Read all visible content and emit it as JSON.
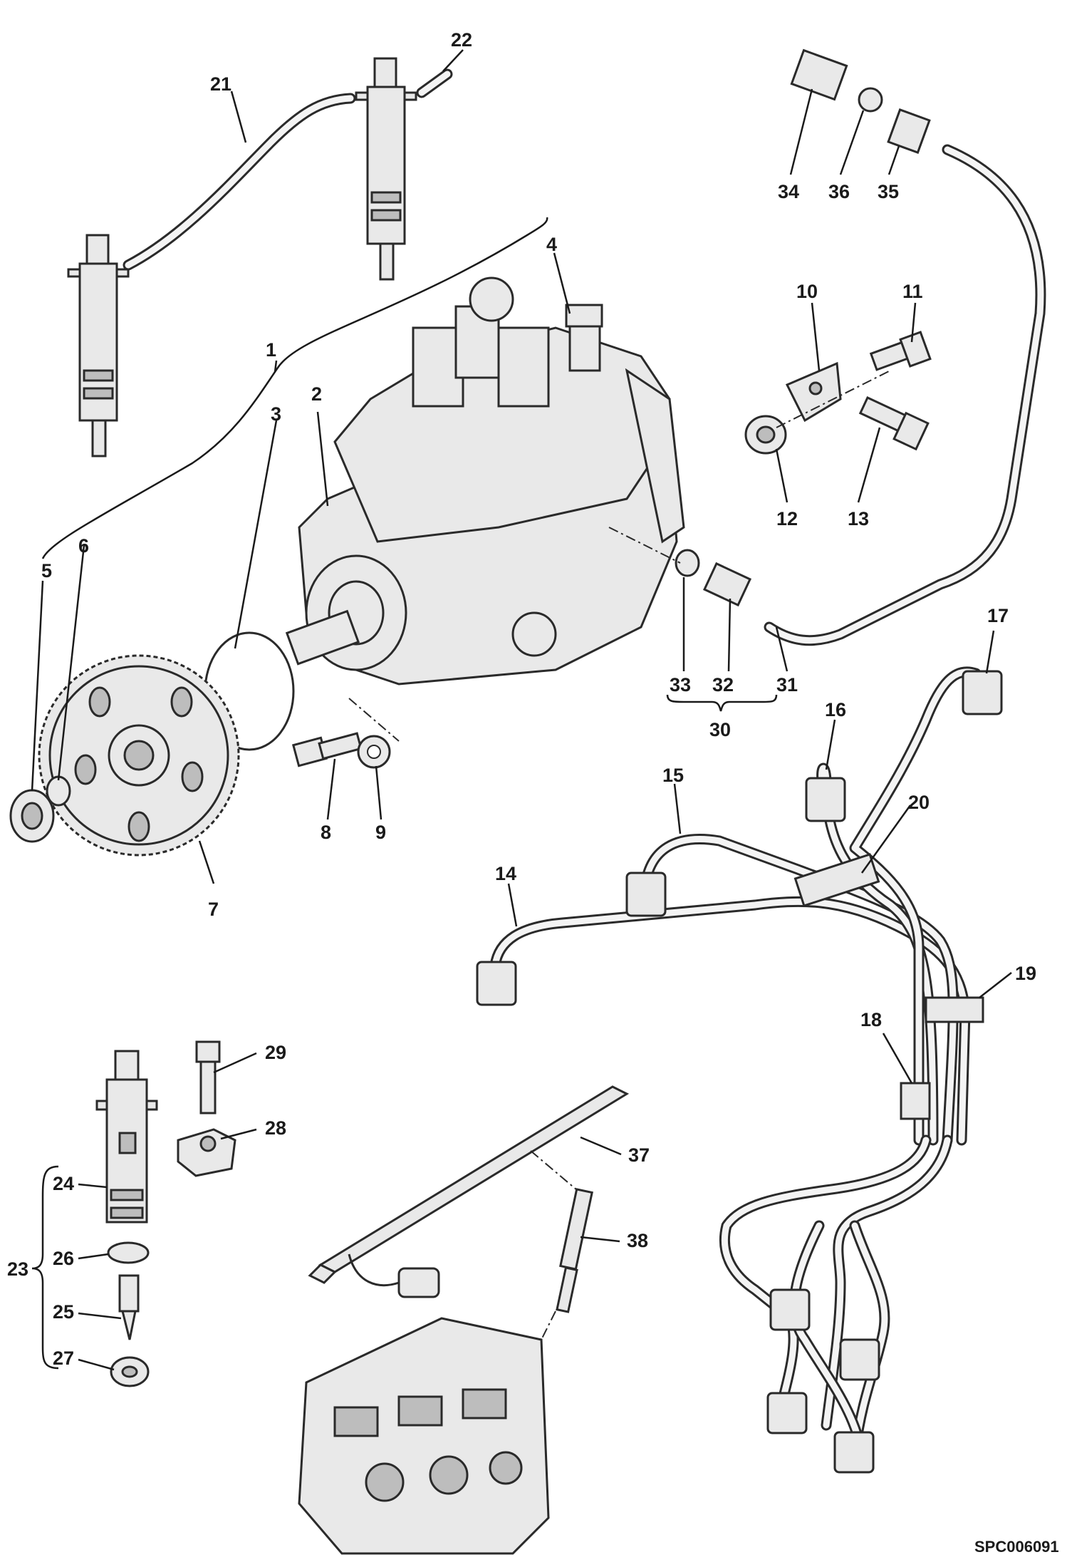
{
  "figure_code": "SPC006091",
  "callouts": [
    {
      "id": "c1",
      "text": "1"
    },
    {
      "id": "c2",
      "text": "2"
    },
    {
      "id": "c3",
      "text": "3"
    },
    {
      "id": "c4",
      "text": "4"
    },
    {
      "id": "c5",
      "text": "5"
    },
    {
      "id": "c6",
      "text": "6"
    },
    {
      "id": "c7",
      "text": "7"
    },
    {
      "id": "c8",
      "text": "8"
    },
    {
      "id": "c9",
      "text": "9"
    },
    {
      "id": "c10",
      "text": "10"
    },
    {
      "id": "c11",
      "text": "11"
    },
    {
      "id": "c12",
      "text": "12"
    },
    {
      "id": "c13",
      "text": "13"
    },
    {
      "id": "c14",
      "text": "14"
    },
    {
      "id": "c15",
      "text": "15"
    },
    {
      "id": "c16",
      "text": "16"
    },
    {
      "id": "c17",
      "text": "17"
    },
    {
      "id": "c18",
      "text": "18"
    },
    {
      "id": "c19",
      "text": "19"
    },
    {
      "id": "c20",
      "text": "20"
    },
    {
      "id": "c21",
      "text": "21"
    },
    {
      "id": "c22",
      "text": "22"
    },
    {
      "id": "c23",
      "text": "23"
    },
    {
      "id": "c24",
      "text": "24"
    },
    {
      "id": "c25",
      "text": "25"
    },
    {
      "id": "c26",
      "text": "26"
    },
    {
      "id": "c27",
      "text": "27"
    },
    {
      "id": "c28",
      "text": "28"
    },
    {
      "id": "c29",
      "text": "29"
    },
    {
      "id": "c30",
      "text": "30"
    },
    {
      "id": "c31",
      "text": "31"
    },
    {
      "id": "c32",
      "text": "32"
    },
    {
      "id": "c33",
      "text": "33"
    },
    {
      "id": "c34",
      "text": "34"
    },
    {
      "id": "c35",
      "text": "35"
    },
    {
      "id": "c36",
      "text": "36"
    },
    {
      "id": "c37",
      "text": "37"
    },
    {
      "id": "c38",
      "text": "38"
    }
  ]
}
